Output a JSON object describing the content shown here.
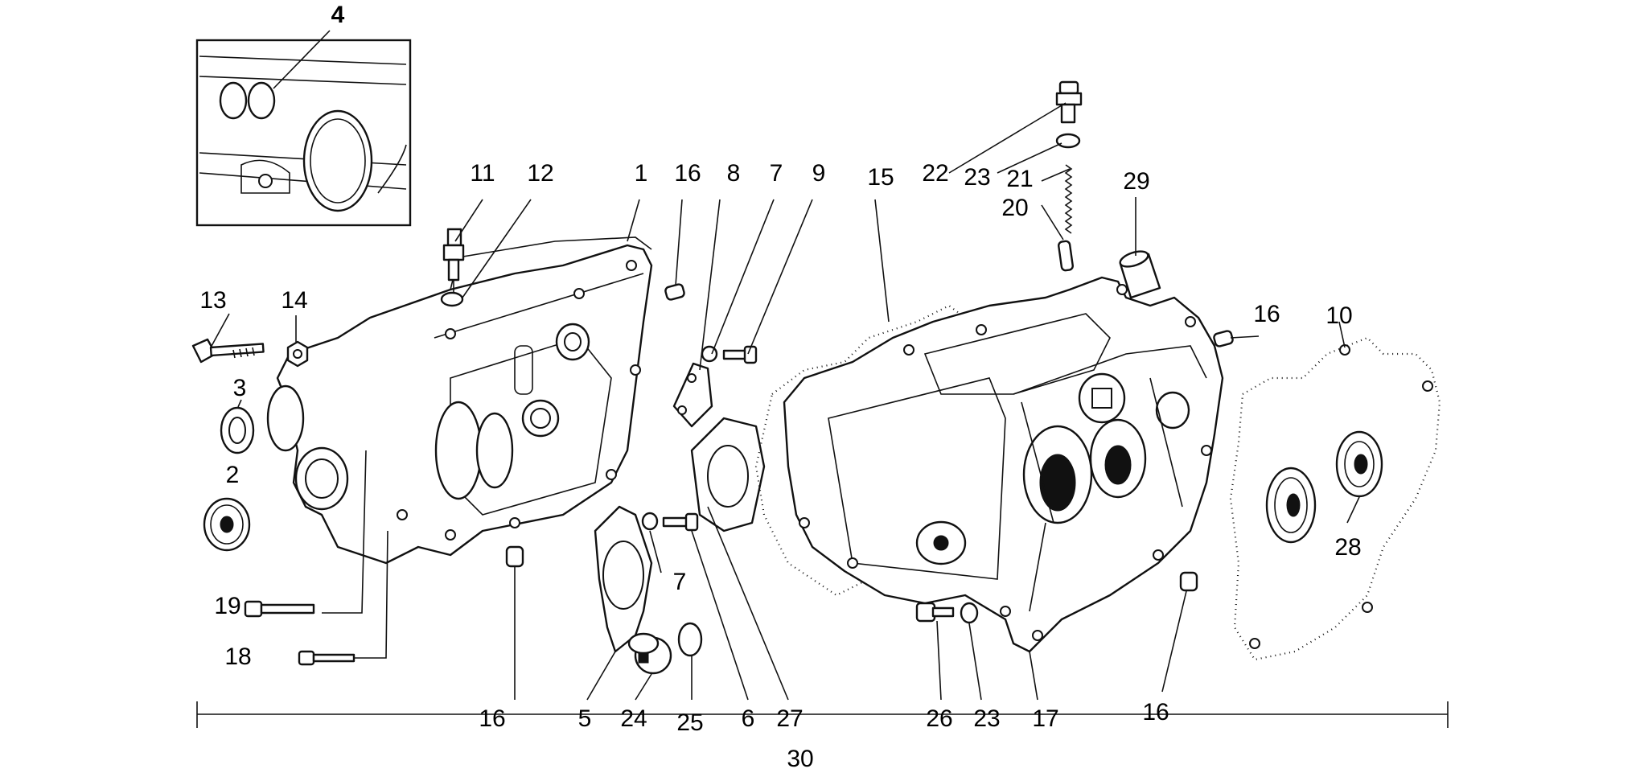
{
  "callouts": {
    "c1": "1",
    "c2": "2",
    "c3": "3",
    "c4": "4",
    "c5": "5",
    "c6": "6",
    "c7a": "7",
    "c7b": "7",
    "c8": "8",
    "c9": "9",
    "c10": "10",
    "c11": "11",
    "c12": "12",
    "c13": "13",
    "c14": "14",
    "c15": "15",
    "c16a": "16",
    "c16b": "16",
    "c16c": "16",
    "c16d": "16",
    "c17": "17",
    "c18": "18",
    "c19": "19",
    "c20": "20",
    "c21": "21",
    "c22": "22",
    "c23a": "23",
    "c23b": "23",
    "c24": "24",
    "c25": "25",
    "c26": "26",
    "c27": "27",
    "c28": "28",
    "c29": "29",
    "c30": "30"
  }
}
